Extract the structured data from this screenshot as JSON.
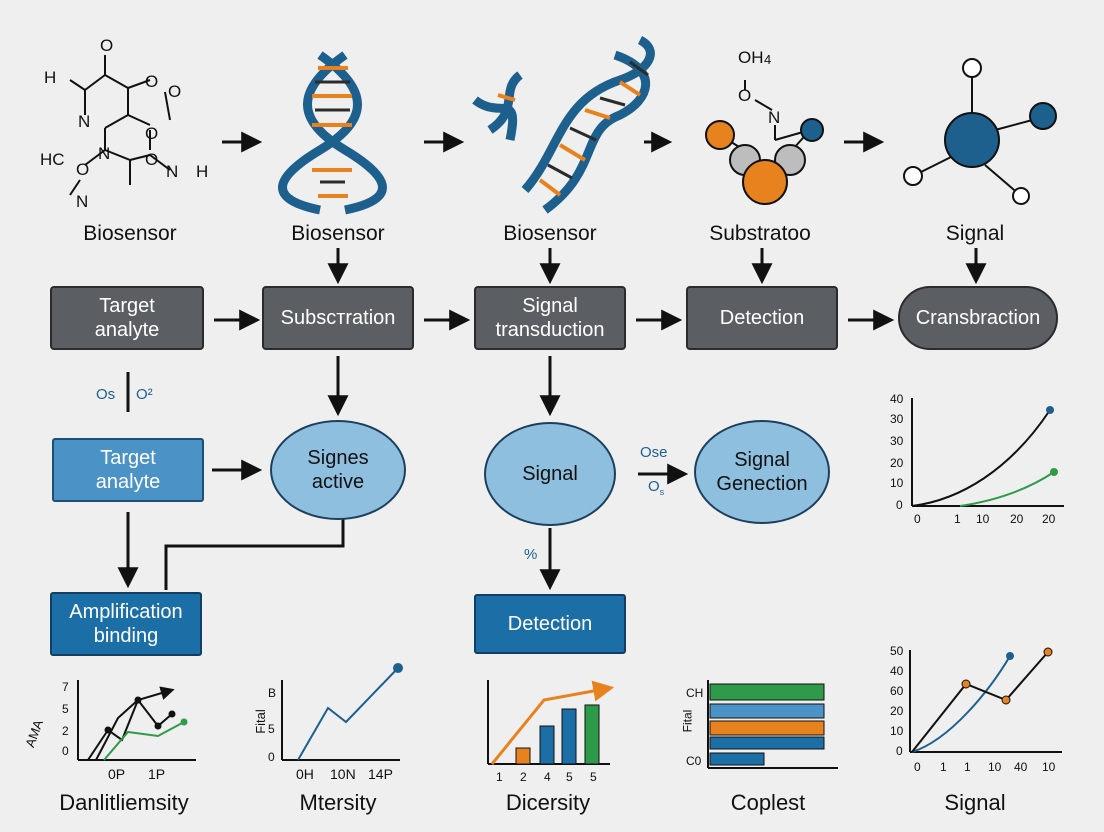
{
  "top_row": {
    "labels": [
      "Biosensor",
      "Biosensor",
      "Biosensor",
      "Substratoo",
      "Signal"
    ],
    "molecule_text": {
      "m1": [
        "H",
        "O",
        "O",
        "O",
        "N",
        "O",
        "HC",
        "N",
        "O",
        "N",
        "O",
        "N",
        "H"
      ],
      "m4": [
        "OH",
        "4",
        "O",
        "N"
      ]
    }
  },
  "row2": {
    "target_analyte": "Target\nanalyte",
    "substration": "Subsстration",
    "signal_transduction": "Signal\ntransduction",
    "detection": "Detection",
    "cransbraction": "Cransbraction"
  },
  "row3": {
    "os_label": "Os",
    "o2_label": "O²",
    "target_analyte": "Target\nanalyte",
    "signes_active": "Signes\nactive",
    "signal": "Signal",
    "ose_label": "Ose",
    "os_small": "O",
    "os_sub": "s",
    "signal_genection": "Signal\nGenection"
  },
  "row4": {
    "amplification_binding": "Amplification\nbinding",
    "percent_label": "%",
    "detection": "Detection"
  },
  "bottom_labels": [
    "Danlitliemsity",
    "Mtersity",
    "Dicersity",
    "Coplest",
    "Signal"
  ],
  "colors": {
    "dark_box": "#5b5e62",
    "light_blue_box": "#4b93c6",
    "navy_box": "#1c6fa6",
    "circle": "#8fbfdf",
    "green": "#2e9a4a",
    "orange": "#e8821e",
    "blue": "#1d5f8d"
  },
  "charts": {
    "right_top": {
      "y_ticks": [
        "40",
        "30",
        "20",
        "10",
        "0"
      ],
      "x_ticks": [
        "0",
        "1",
        "10",
        "20",
        "20"
      ]
    },
    "bottom1": {
      "y_ticks": [
        "7",
        "5",
        "2",
        "0"
      ],
      "x_ticks": [
        "0P",
        "1P"
      ],
      "ylabel": "AMA"
    },
    "bottom2": {
      "y_ticks": [
        "B",
        "5",
        "0"
      ],
      "x_ticks": [
        "0H",
        "10N",
        "14P"
      ],
      "ylabel": "Fital"
    },
    "bottom3": {
      "x_ticks": [
        "1",
        "2",
        "4",
        "5",
        "5"
      ]
    },
    "bottom4": {
      "y_ticks": [
        "CH",
        "C0"
      ],
      "ylabel": "Fital",
      "bar_colors": [
        "#2e9a4a",
        "#4b93c6",
        "#e8821e",
        "#1c6fa6",
        "#1c6fa6"
      ]
    },
    "bottom5": {
      "y_ticks": [
        "50",
        "40",
        "60",
        "20",
        "10",
        "0"
      ],
      "x_ticks": [
        "0",
        "1",
        "1",
        "10",
        "40",
        "10"
      ]
    }
  }
}
